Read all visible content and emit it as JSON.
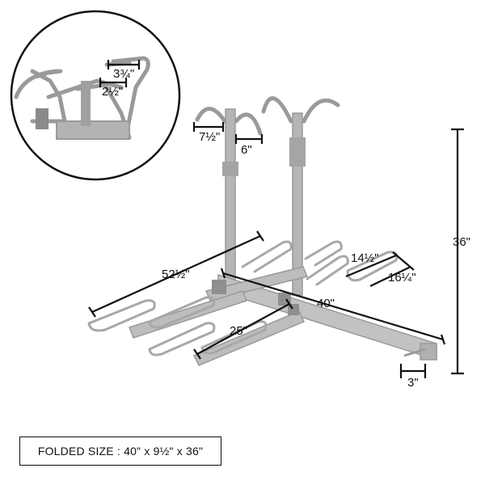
{
  "dimensions": {
    "detail_top": "3¾\"",
    "detail_bottom": "2½\"",
    "arm_left": "7½\"",
    "arm_right": "6\"",
    "overall_length": "52½\"",
    "tray_length": "40\"",
    "tray_width_a": "14½\"",
    "tray_width_b": "16¼\"",
    "depth": "25\"",
    "height": "36\"",
    "hitch": "3\""
  },
  "folded_size": "FOLDED SIZE : 40\" x  9½\" x 36\""
}
